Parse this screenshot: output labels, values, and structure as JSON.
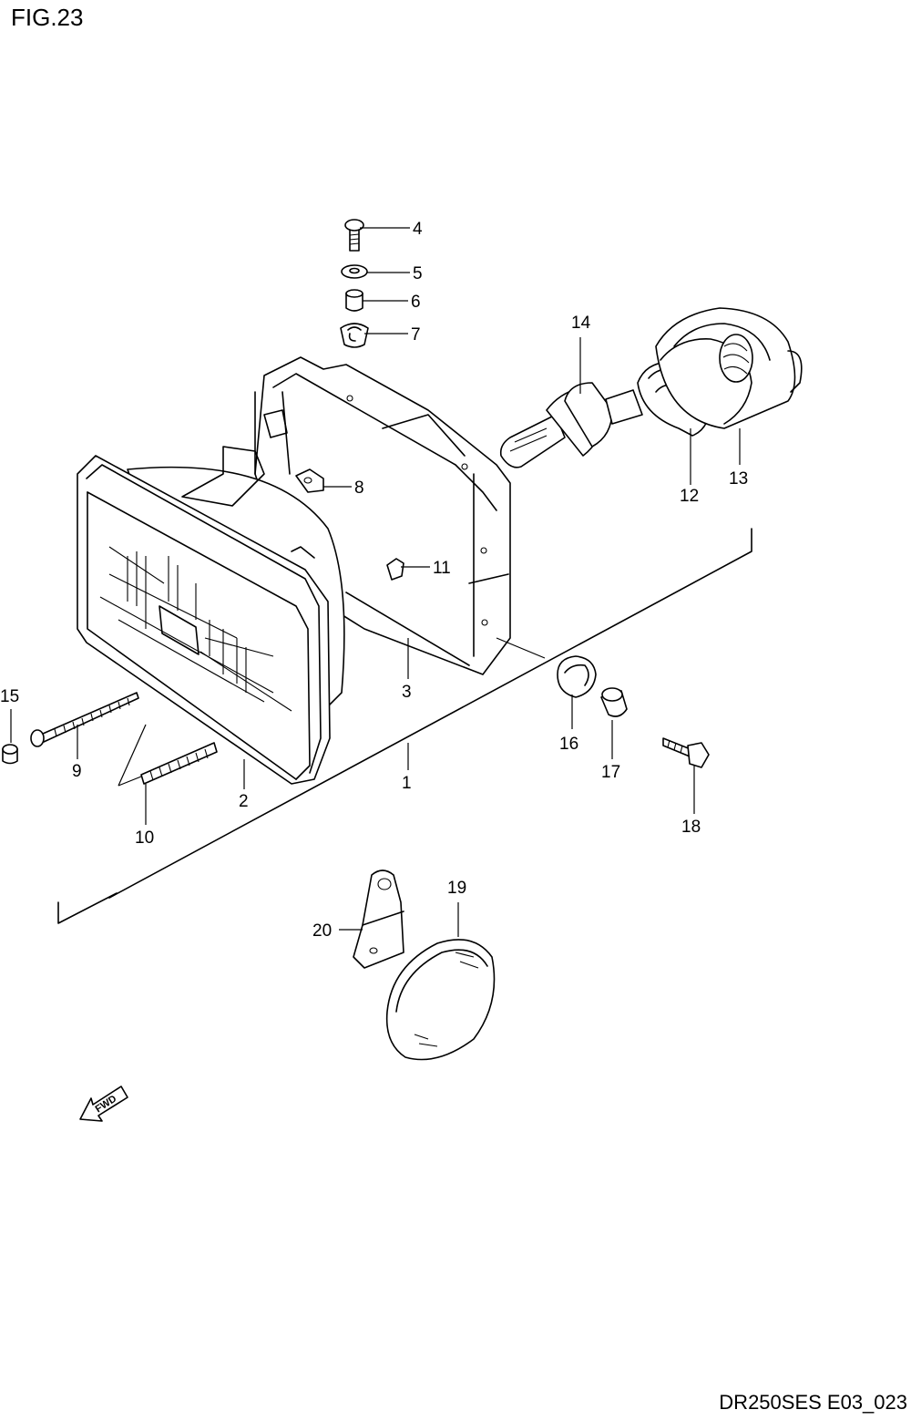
{
  "figure_title": "FIG.23",
  "drawing_id": "DR250SES E03_023",
  "fwd_label": "FWD",
  "callouts": [
    {
      "id": "1",
      "text": "1"
    },
    {
      "id": "2",
      "text": "2"
    },
    {
      "id": "3",
      "text": "3"
    },
    {
      "id": "4",
      "text": "4"
    },
    {
      "id": "5",
      "text": "5"
    },
    {
      "id": "6",
      "text": "6"
    },
    {
      "id": "7",
      "text": "7"
    },
    {
      "id": "8",
      "text": "8"
    },
    {
      "id": "9",
      "text": "9"
    },
    {
      "id": "10",
      "text": "10"
    },
    {
      "id": "11",
      "text": "11"
    },
    {
      "id": "12",
      "text": "12"
    },
    {
      "id": "13",
      "text": "13"
    },
    {
      "id": "14",
      "text": "14"
    },
    {
      "id": "15",
      "text": "15"
    },
    {
      "id": "16",
      "text": "16"
    },
    {
      "id": "17",
      "text": "17"
    },
    {
      "id": "18",
      "text": "18"
    },
    {
      "id": "19",
      "text": "19"
    },
    {
      "id": "20",
      "text": "20"
    }
  ]
}
